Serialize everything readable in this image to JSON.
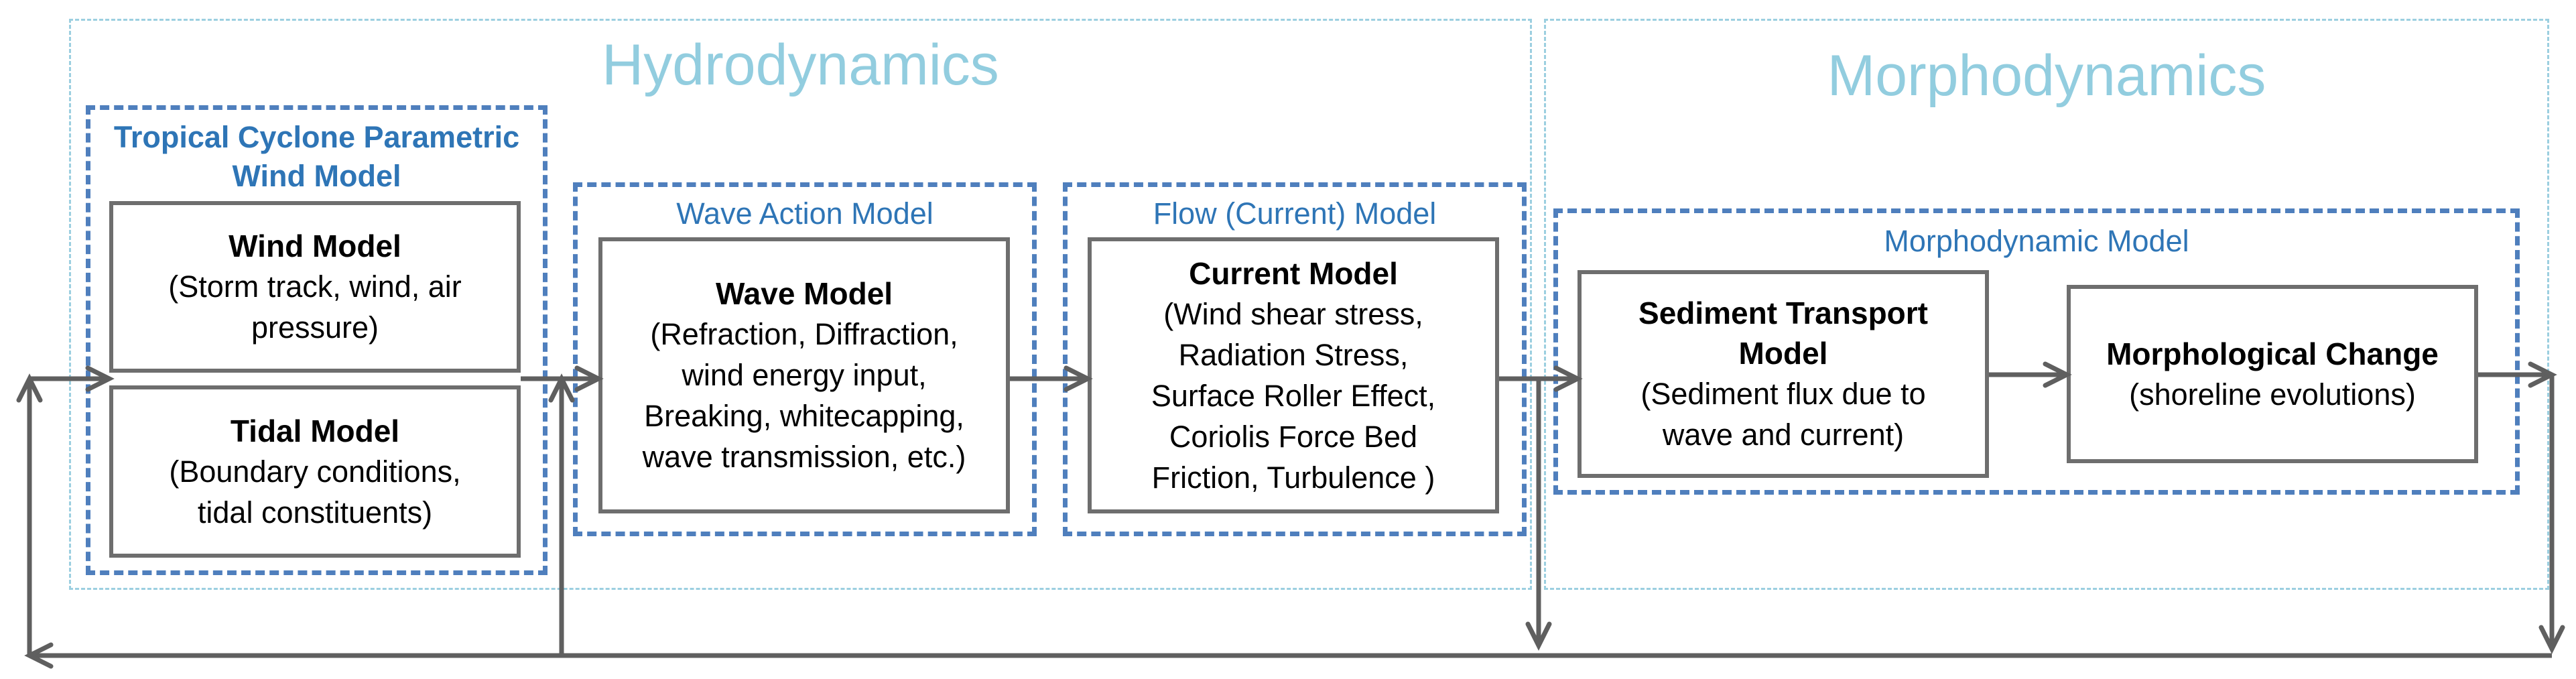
{
  "colors": {
    "section_border": "#9ccfe0",
    "section_title": "#92cddf",
    "group_border": "#4f7fbd",
    "group_title": "#2e75b6",
    "box_border": "#6e6e6e",
    "arrow": "#5f5f5f"
  },
  "sections": {
    "hydrodynamics": {
      "title": "Hydrodynamics"
    },
    "morphodynamics": {
      "title": "Morphodynamics"
    }
  },
  "groups": {
    "wind_model": {
      "title_lines": [
        "Tropical Cyclone Parametric",
        "Wind Model"
      ]
    },
    "wave_action": {
      "title": "Wave Action Model"
    },
    "flow": {
      "title": "Flow (Current) Model"
    },
    "morphodynamic": {
      "title": "Morphodynamic Model"
    }
  },
  "boxes": {
    "wind": {
      "title": "Wind Model",
      "lines": [
        "(Storm track, wind, air",
        "pressure)"
      ]
    },
    "tidal": {
      "title": "Tidal Model",
      "lines": [
        "(Boundary conditions,",
        "tidal constituents)"
      ]
    },
    "wave": {
      "title": "Wave Model",
      "lines": [
        "(Refraction, Diffraction,",
        "wind energy input,",
        "Breaking, whitecapping,",
        "wave transmission, etc.)"
      ]
    },
    "current": {
      "title": "Current Model",
      "lines": [
        "(Wind shear stress,",
        "Radiation Stress,",
        "Surface Roller Effect,",
        "Coriolis Force Bed",
        "Friction, Turbulence )"
      ]
    },
    "sediment": {
      "title_lines": [
        "Sediment Transport",
        "Model"
      ],
      "lines": [
        "(Sediment flux due to",
        "wave and current)"
      ]
    },
    "morph_change": {
      "title": "Morphological Change",
      "lines": [
        "(shoreline evolutions)"
      ]
    }
  }
}
